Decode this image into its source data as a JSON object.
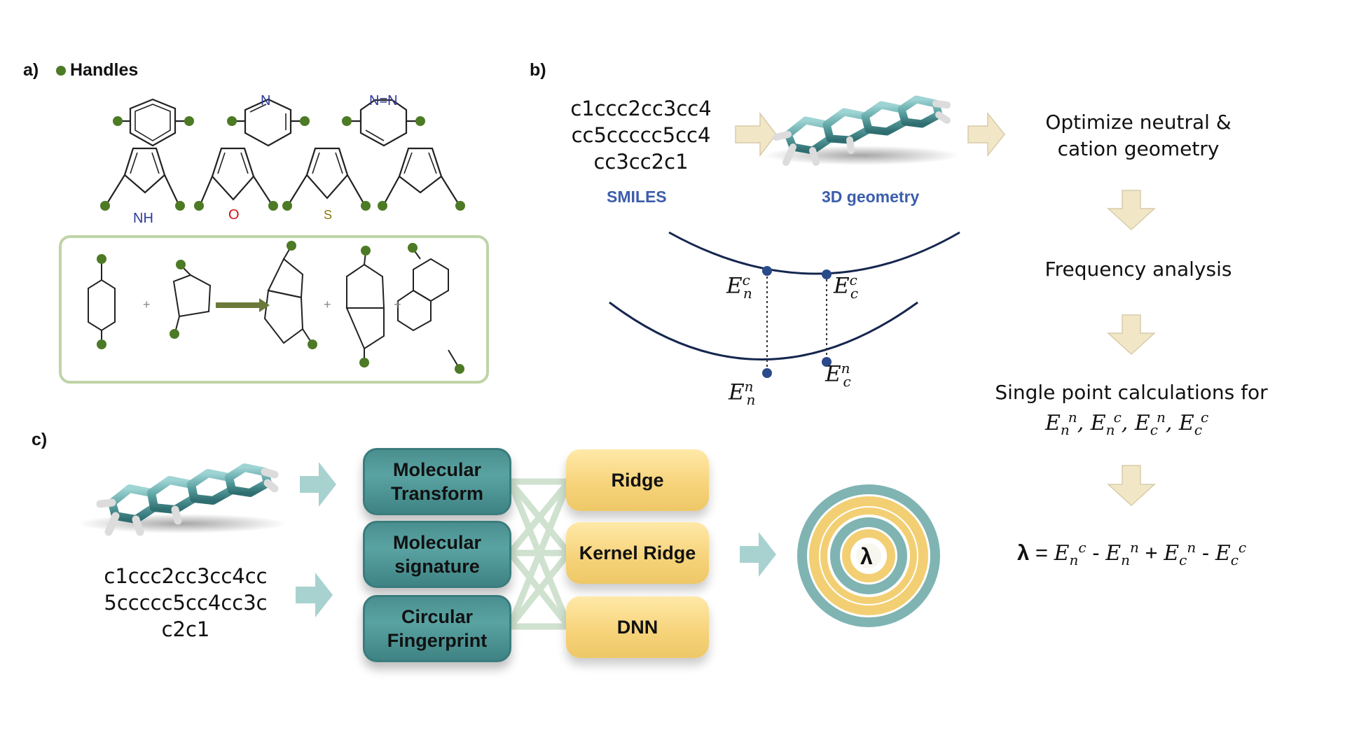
{
  "panel_a": {
    "label": "a)",
    "legend": "Handles",
    "atoms": {
      "N": "N",
      "NN": "N=N",
      "NH": "NH",
      "O": "O",
      "S": "S"
    },
    "plus": "+"
  },
  "panel_b": {
    "label": "b)",
    "smiles_lines": [
      "c1ccc2cc3cc4",
      "cc5ccccc5cc4",
      "cc3cc2c1"
    ],
    "smiles_label": "SMILES",
    "geometry_label": "3D geometry",
    "steps": {
      "optimize": [
        "Optimize neutral &",
        "cation geometry"
      ],
      "frequency": "Frequency analysis",
      "single_point": "Single point calculations for"
    },
    "energy_terms": {
      "E": "E",
      "sup_c": "c",
      "sup_n": "n",
      "sub_n": "n",
      "sub_c": "c"
    },
    "formula": {
      "lambda": "λ",
      "eq": "="
    }
  },
  "panel_c": {
    "label": "c)",
    "smiles_lines": [
      "c1ccc2cc3cc4cc",
      "5ccccc5cc4cc3c",
      "c2c1"
    ],
    "features": [
      {
        "line1": "Molecular",
        "line2": "Transform"
      },
      {
        "line1": "Molecular",
        "line2": "signature"
      },
      {
        "line1": "Circular",
        "line2": "Fingerprint"
      }
    ],
    "models": [
      "Ridge",
      "Kernel Ridge",
      "DNN"
    ],
    "target": "λ"
  },
  "colors": {
    "handle": "#4d7a24",
    "nitrogen": "#2e3a9a",
    "oxygen": "#d01010",
    "sulfur": "#8a7a10",
    "curve": "#15264f",
    "arrow_fill": "#f1e6c6",
    "arrow_teal": "#a8d2cf",
    "teal": "#4f9899",
    "yellow": "#f6d278",
    "blue_label": "#3b5eab"
  }
}
